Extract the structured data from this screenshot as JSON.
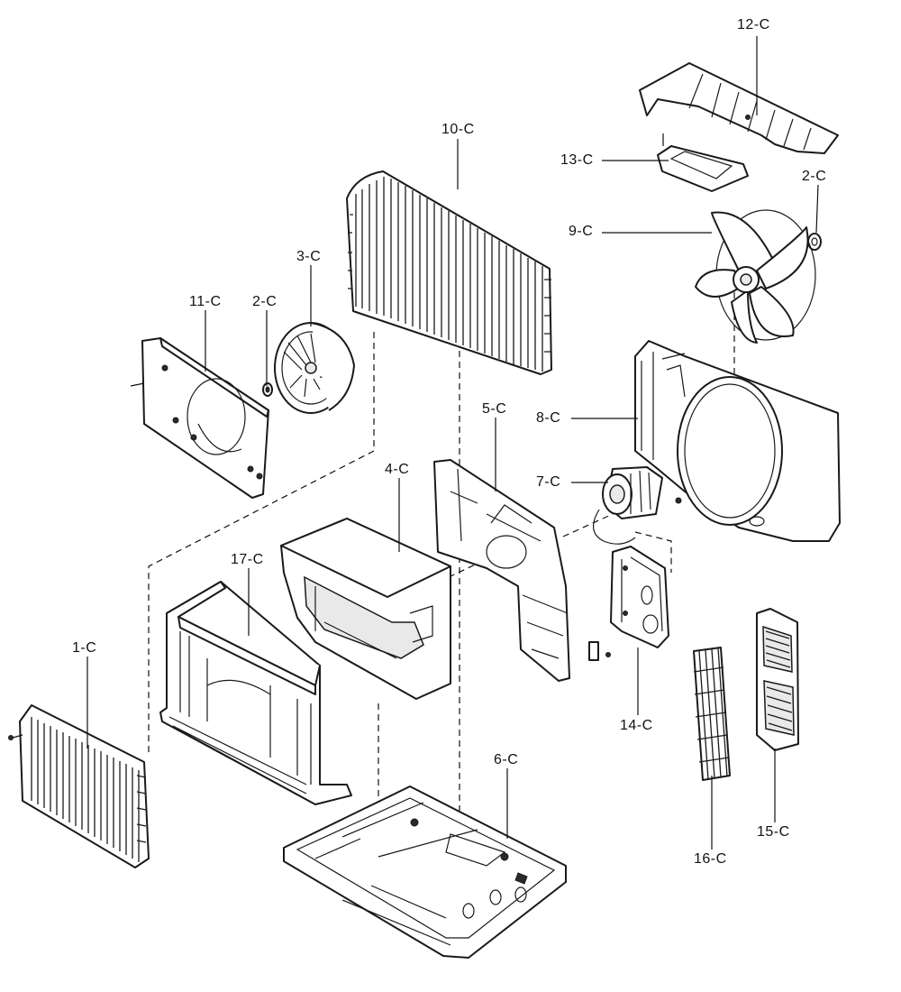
{
  "labels": {
    "p1": "1-C",
    "p2a": "2-C",
    "p2b": "2-C",
    "p3": "3-C",
    "p4": "4-C",
    "p5": "5-C",
    "p6": "6-C",
    "p7": "7-C",
    "p8": "8-C",
    "p9": "9-C",
    "p10": "10-C",
    "p11": "11-C",
    "p12": "12-C",
    "p13": "13-C",
    "p14": "14-C",
    "p15": "15-C",
    "p16": "16-C",
    "p17": "17-C"
  }
}
